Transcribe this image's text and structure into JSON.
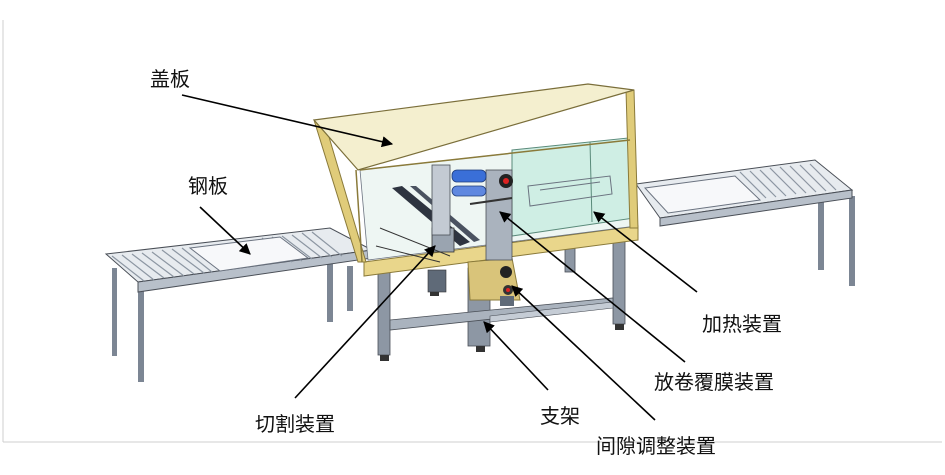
{
  "labels": {
    "cover_plate": "盖板",
    "steel_plate": "钢板",
    "heating_device": "加热装置",
    "unwind_film_device": "放卷覆膜装置",
    "cutting_device": "切割装置",
    "support_frame": "支架",
    "gap_adjust_device": "间隙调整装置"
  },
  "colors": {
    "cover": "#f4efcf",
    "frame_yellow": "#d9c47a",
    "glass": "#cfeee4",
    "steel": "#9aa4b0",
    "dark_steel": "#5f6a78",
    "conveyor": "#e7ebef",
    "leader_line": "#000000"
  }
}
